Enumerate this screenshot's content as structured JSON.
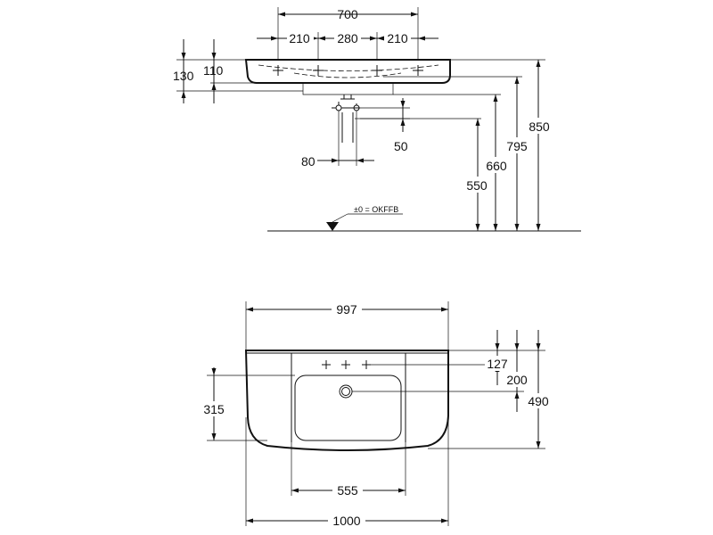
{
  "side_view": {
    "dims": {
      "width_700": "700",
      "left_210": "210",
      "mid_280": "280",
      "right_210": "210",
      "h_130": "130",
      "h_110": "110",
      "h_850": "850",
      "h_795": "795",
      "h_660": "660",
      "h_550": "550",
      "v_50": "50",
      "h_80": "80"
    },
    "floor_label": "±0 = OKFFB"
  },
  "plan_view": {
    "dims": {
      "top_997": "997",
      "d_127": "127",
      "d_200": "200",
      "d_490": "490",
      "d_315": "315",
      "w_555": "555",
      "w_1000": "1000"
    }
  }
}
